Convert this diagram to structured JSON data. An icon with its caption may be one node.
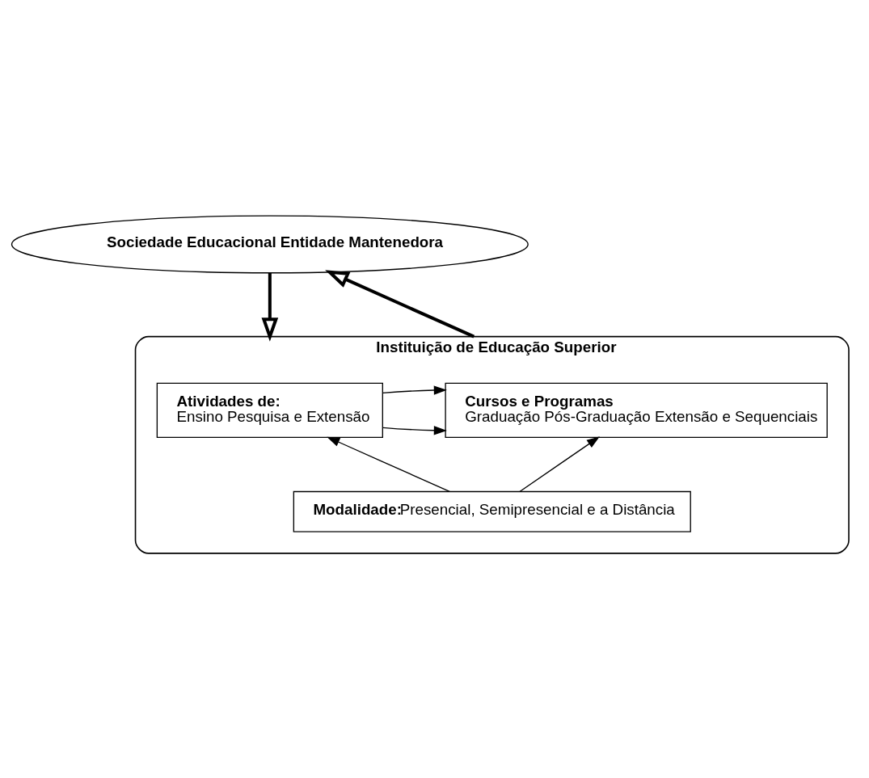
{
  "diagram": {
    "nodes": [
      {
        "text": [
          "Sociedade Educacional Entidade Mantenedora"
        ]
      },
      {
        "text": [
          "Instituição de Educação Superior"
        ]
      },
      {
        "text": [
          "Atividades de:",
          "Ensino Pesquisa e Extensão"
        ],
        "in": 1
      },
      {
        "text": [
          "Cursos e Programas",
          "Graduação Pós-Graduação Extensão e Sequenciais"
        ],
        "in": 1
      },
      {
        "text": [
          "Modalidade:",
          "Presencial, Semipresencial e a Distância"
        ],
        "in": 1
      }
    ],
    "edges": [
      {
        "from": 0,
        "to": 1,
        "arrow": "to",
        "style": "thick"
      },
      {
        "from": 1,
        "to": 0,
        "arrow": "to",
        "style": "thick"
      },
      {
        "from": 2,
        "to": 3,
        "arrow": "to"
      },
      {
        "from": 2,
        "to": 3,
        "arrow": "to"
      },
      {
        "from": 4,
        "to": 2,
        "arrow": "to"
      },
      {
        "from": 4,
        "to": 3,
        "arrow": "to"
      }
    ]
  }
}
